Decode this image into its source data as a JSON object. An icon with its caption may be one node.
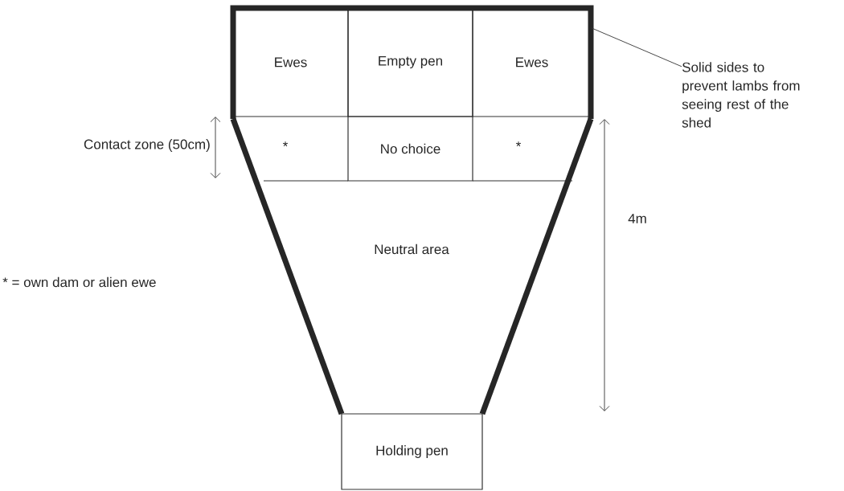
{
  "diagram": {
    "nodes": [
      {
        "text": [
          "Ewes"
        ]
      },
      {
        "text": [
          "Empty pen"
        ]
      },
      {
        "text": [
          "Ewes"
        ]
      },
      {
        "text": [
          "*"
        ]
      },
      {
        "text": [
          "No choice"
        ]
      },
      {
        "text": [
          "*"
        ]
      },
      {
        "text": [
          "Neutral area"
        ]
      },
      {
        "text": [
          "Holding pen"
        ]
      },
      {
        "text": [
          "Solid sides to prevent lambs from seeing rest of the shed"
        ]
      }
    ],
    "edges": [
      {
        "from": 8,
        "to": 2,
        "arrow": "none"
      }
    ],
    "labels": [
      "Contact zone  (50cm)",
      "4m",
      "* = own dam or alien  ewe"
    ]
  }
}
